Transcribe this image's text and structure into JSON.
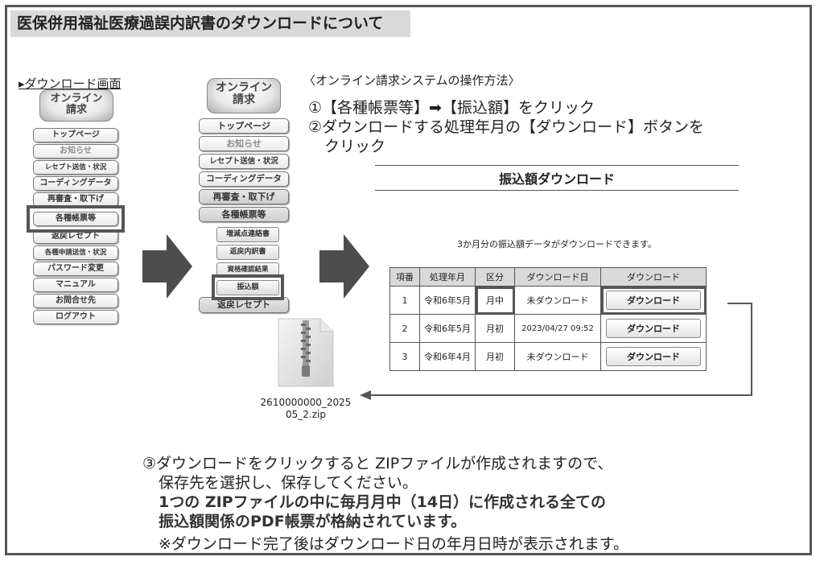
{
  "title": "医保併用福祉医療過誤内訳書のダウンロードについて",
  "screen_label": "▸ダウンロード画面",
  "left_menu": {
    "logo_line1": "オンライン",
    "logo_line2": "請求",
    "items": [
      "トップページ",
      "お知らせ",
      "レセプト送信・状況",
      "コーディングデータ",
      "再審査・取下げ",
      "各種帳票等",
      "返戻レセプト",
      "各種申請送信・状況",
      "パスワード変更",
      "マニュアル",
      "お問合せ先",
      "ログアウト"
    ]
  },
  "mid_menu": {
    "logo_line1": "オンライン",
    "logo_line2": "請求",
    "items": [
      "トップページ",
      "お知らせ",
      "レセプト送信・状況",
      "コーディングデータ",
      "再審査・取下げ",
      "各種帳票等"
    ],
    "sub_items": [
      "増減点連絡書",
      "返戻内訳書",
      "資格確認結果",
      "振込額"
    ],
    "last_item": "返戻レセプト"
  },
  "instructions": {
    "header": "〈オンライン請求システムの操作方法〉",
    "step1": "①【各種帳票等】➡【振込額】をクリック",
    "step2a": "②ダウンロードする処理年月の【ダウンロード】ボタンを",
    "step2b": "クリック"
  },
  "download_panel": {
    "title": "振込額ダウンロード",
    "note": "3か月分の振込額データがダウンロードできます。",
    "headers": [
      "項番",
      "処理年月",
      "区分",
      "ダウンロード日",
      "ダウンロード"
    ],
    "rows": [
      {
        "no": "1",
        "month": "令和6年5月",
        "kubun": "月中",
        "date": "未ダウンロード",
        "button": "ダウンロード"
      },
      {
        "no": "2",
        "month": "令和6年5月",
        "kubun": "月初",
        "date": "2023/04/27 09:52",
        "button": "ダウンロード"
      },
      {
        "no": "3",
        "month": "令和6年4月",
        "kubun": "月初",
        "date": "未ダウンロード",
        "button": "ダウンロード"
      }
    ]
  },
  "zip_file": {
    "name_line1": "2610000000_2025",
    "name_line2": "05_2.zip"
  },
  "bottom_note": {
    "line1": "③ダウンロードをクリックすると ZIPファイルが作成されますので、",
    "line2": "保存先を選択し、保存してください。",
    "line3": "1つの ZIPファイルの中に毎月月中（14日）に作成される全ての",
    "line4": "振込額関係のPDF帳票が格納されています。",
    "line5": "※ダウンロード完了後はダウンロード日の年月日時が表示されます。"
  },
  "colors": {
    "frame": "#555555",
    "title_bg": "#d9d9d9",
    "table_header_bg": "#d9d9d9",
    "arrow": "#4d4d4d"
  }
}
